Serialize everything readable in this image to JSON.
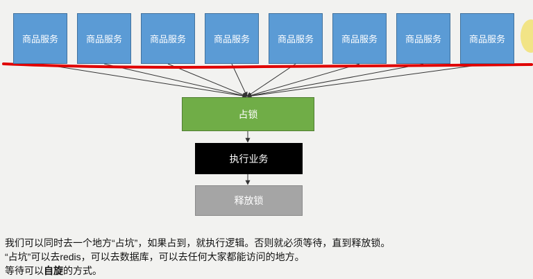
{
  "services": [
    {
      "label": "商品服务"
    },
    {
      "label": "商品服务"
    },
    {
      "label": "商品服务"
    },
    {
      "label": "商品服务"
    },
    {
      "label": "商品服务"
    },
    {
      "label": "商品服务"
    },
    {
      "label": "商品服务"
    },
    {
      "label": "商品服务"
    }
  ],
  "steps": {
    "lock": "占锁",
    "execute": "执行业务",
    "release": "释放锁"
  },
  "notes": {
    "line1": "我们可以同时去一个地方“占坑”，如果占到，就执行逻辑。否则就必须等待，直到释放锁。",
    "line2": "“占坑”可以去redis，可以去数据库，可以去任何大家都能访问的地方。",
    "line3_pre": "等待可以",
    "line3_bold": "自旋",
    "line3_post": "的方式。"
  },
  "colors": {
    "service": "#5b9bd5",
    "lock": "#70ad47",
    "execute": "#000000",
    "release": "#a5a5a5",
    "annotation_line": "#e00000"
  }
}
